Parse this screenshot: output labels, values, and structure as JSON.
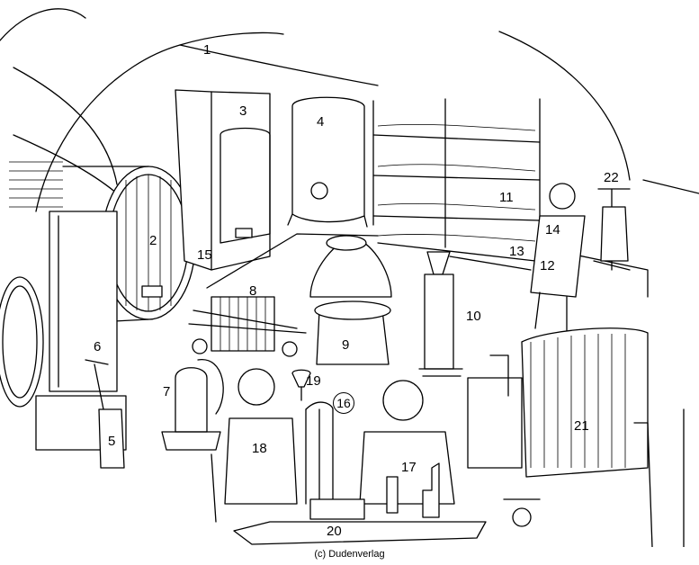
{
  "labels": [
    "1",
    "2",
    "3",
    "4",
    "5",
    "6",
    "7",
    "8",
    "9",
    "10",
    "11",
    "12",
    "13",
    "14",
    "15",
    "16",
    "17",
    "18",
    "19",
    "20",
    "21",
    "22"
  ],
  "credit": "(c) Dudenverlag"
}
